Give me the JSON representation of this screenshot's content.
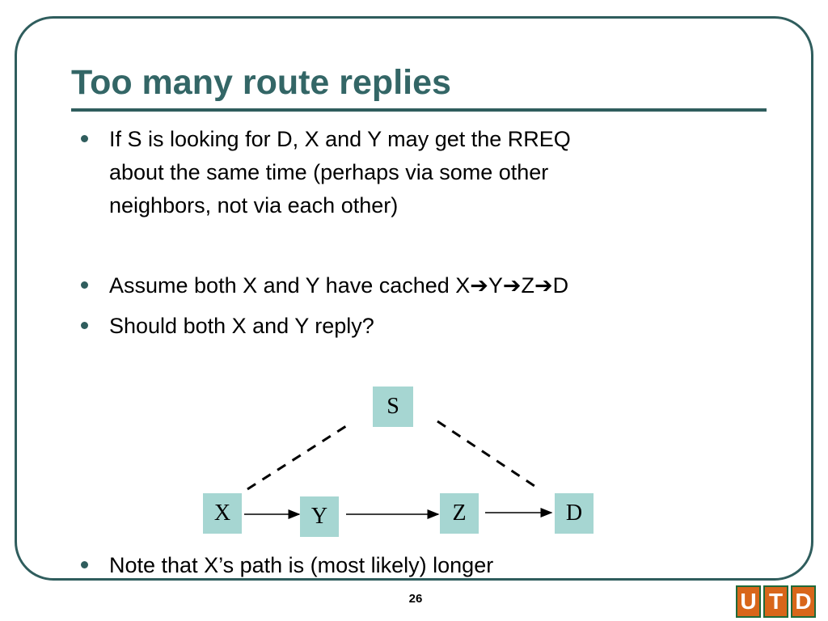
{
  "slide": {
    "title": "Too many route replies",
    "bullets": [
      "If S is looking for D, X and Y may get the RREQ\nabout the same time (perhaps via some other\nneighbors, not via each other)",
      "Assume both X and Y have cached X➔Y➔Z➔D",
      "Should both X and Y reply?",
      "Note that X’s path is (most likely) longer"
    ],
    "page_number": "26"
  },
  "diagram": {
    "nodes": {
      "s": "S",
      "x": "X",
      "y": "Y",
      "z": "Z",
      "d": "D"
    }
  },
  "logo": {
    "letters": [
      "U",
      "T",
      "D"
    ]
  },
  "colors": {
    "title": "#336666",
    "frame": "#2f5d5d",
    "node_fill": "#a6d6d2",
    "logo_fill": "#d8661a",
    "logo_border": "#1f6a3a"
  }
}
